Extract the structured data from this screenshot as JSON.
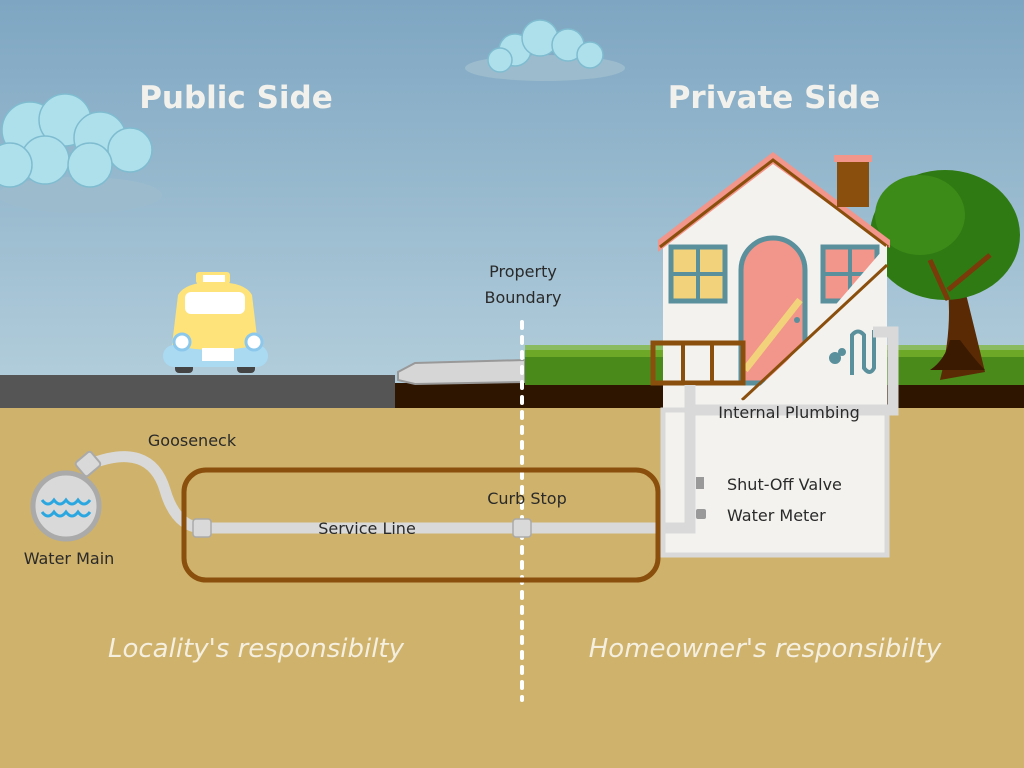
{
  "headings": {
    "public": "Public Side",
    "private": "Private Side"
  },
  "labels": {
    "property_boundary_1": "Property",
    "property_boundary_2": "Boundary",
    "gooseneck": "Gooseneck",
    "water_main": "Water Main",
    "service_line": "Service Line",
    "curb_stop": "Curb Stop",
    "internal_plumbing": "Internal Plumbing",
    "shut_off_valve": "Shut-Off Valve",
    "water_meter": "Water Meter"
  },
  "responsibility": {
    "public": "Locality's responsibilty",
    "private": "Homeowner's responsibilty"
  },
  "colors": {
    "ground": "#cfb26b",
    "road": "#555555",
    "soil": "#2d1500",
    "outline": "#8a4f0c",
    "pipe": "#d9d9d9"
  }
}
